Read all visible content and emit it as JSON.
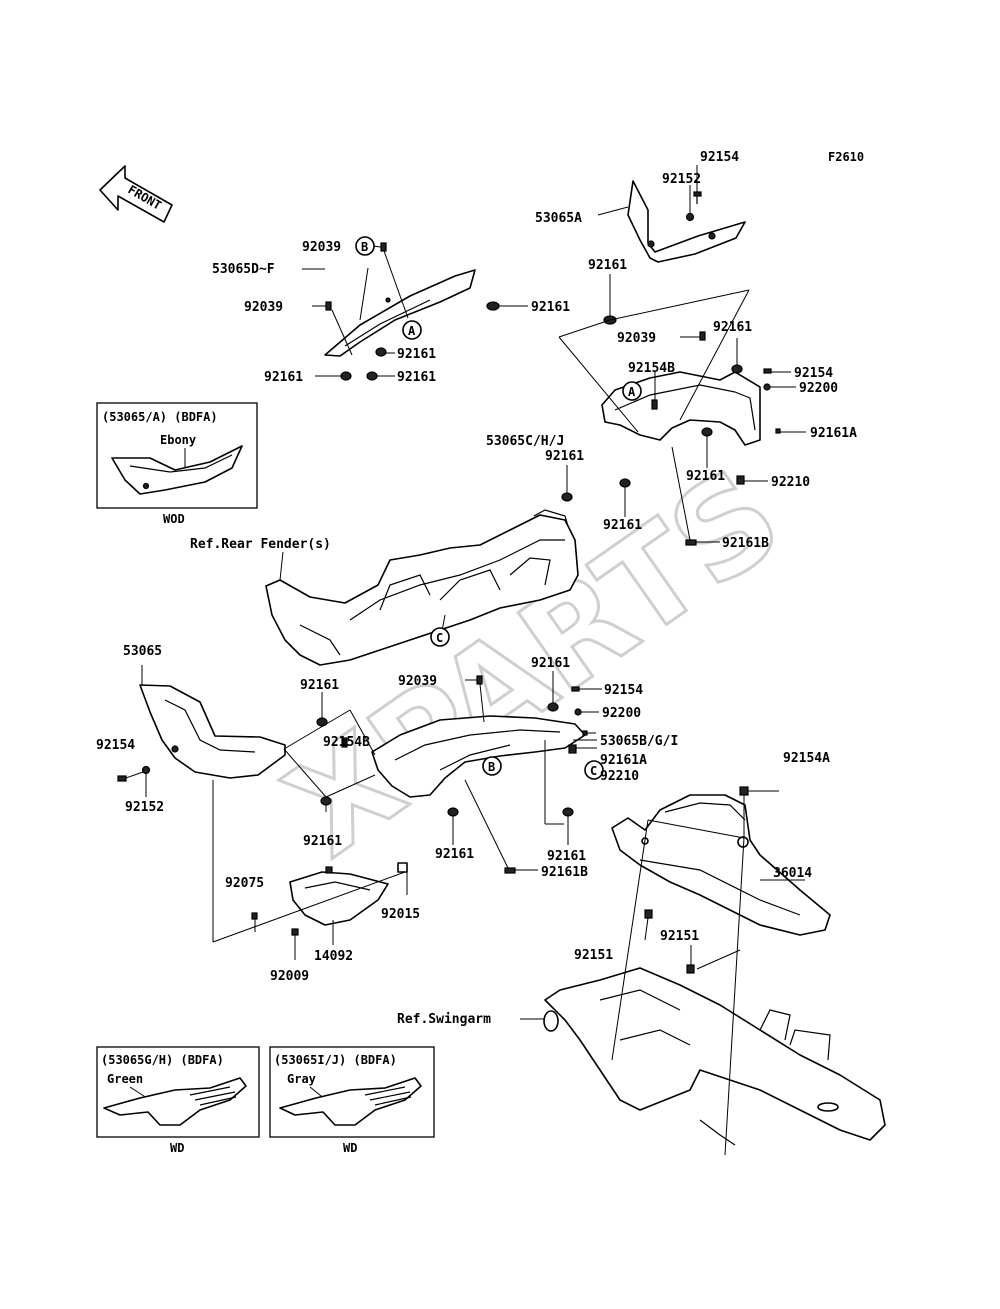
{
  "figure_code": "F2610",
  "front_arrow_label": "FRONT",
  "watermark": "XPARTS",
  "part_labels": {
    "p92154_top": "92154",
    "p92152_top": "92152",
    "p53065A": "53065A",
    "p92039_a": "92039",
    "p92039_b": "92039",
    "p92161_a": "92161",
    "p53065DF": "53065D~F",
    "p92161_b": "92161",
    "p92161_c": "92161",
    "p92161_d": "92161",
    "p92161_e": "92161",
    "p92039_c": "92039",
    "p92161_f": "92161",
    "p92154B_a": "92154B",
    "p92154_r": "92154",
    "p92200_r": "92200",
    "p53065CHJ": "53065C/H/J",
    "p92161A_r": "92161A",
    "p92161_g": "92161",
    "p92210_r": "92210",
    "p92161_h": "92161",
    "p92161_i": "92161",
    "p92161B_r": "92161B",
    "ref_rear_fender": "Ref.Rear Fender(s)",
    "p53065": "53065",
    "p92161_j": "92161",
    "p92039_d": "92039",
    "p92161_k": "92161",
    "p92154_m": "92154",
    "p92200_m": "92200",
    "p53065BGI": "53065B/G/I",
    "p92154B_b": "92154B",
    "p92161A_m": "92161A",
    "p92210_m": "92210",
    "p92154_l": "92154",
    "p92152_l": "92152",
    "p92154A": "92154A",
    "p92161_l": "92161",
    "p92161_m": "92161",
    "p92161_n": "92161",
    "p92161B_m": "92161B",
    "p36014": "36014",
    "p92075": "92075",
    "p92015": "92015",
    "p14092": "14092",
    "p92009": "92009",
    "p92151_a": "92151",
    "p92151_b": "92151",
    "ref_swingarm": "Ref.Swingarm"
  },
  "callouts": {
    "A": "A",
    "B": "B",
    "C": "C"
  },
  "inset_ebony": {
    "header": "(53065/A)  (BDFA)",
    "color": "Ebony",
    "code": "WOD"
  },
  "inset_green": {
    "header": "(53065G/H) (BDFA)",
    "color": "Green",
    "code": "WD"
  },
  "inset_gray": {
    "header": "(53065I/J) (BDFA)",
    "color": "Gray",
    "code": "WD"
  }
}
